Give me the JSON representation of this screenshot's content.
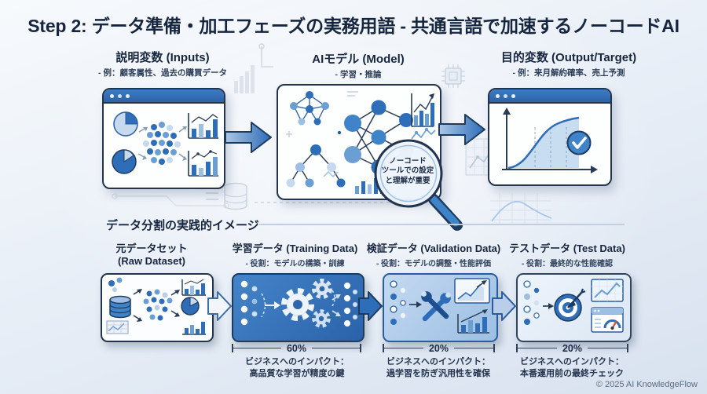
{
  "title": "Step 2: データ準備・加工フェーズの実務用語 - 共通言語で加速するノーコードAI",
  "colors": {
    "accent_blue": "#2e6db8",
    "dark_navy": "#1c2b45",
    "light_blue": "#b9cfe9",
    "panel_border": "#22344e"
  },
  "top_flow": {
    "inputs": {
      "title": "説明変数 (Inputs)",
      "subtitle": "- 例：顧客属性、過去の購買データ"
    },
    "model": {
      "title": "AIモデル (Model)",
      "subtitle": "- 学習・推論"
    },
    "output": {
      "title": "目的変数 (Output/Target)",
      "subtitle": "- 例：来月解約確率、売上予測"
    },
    "magnifier_note": {
      "line1": "ノーコード",
      "line2": "ツールでの設定",
      "line3": "と理解が重要"
    }
  },
  "split_section": {
    "title": "データ分割の実践的イメージ",
    "columns": [
      {
        "title": "元データセット",
        "subtitle": "(Raw Dataset)"
      },
      {
        "title": "学習データ (Training Data)",
        "subtitle": "- 役割：モデルの構築・訓練",
        "share": "60%",
        "impact_label": "ビジネスへのインパクト：",
        "impact_text": "高品質な学習が精度の鍵"
      },
      {
        "title": "検証データ (Validation Data)",
        "subtitle": "- 役割：モデルの調整・性能評価",
        "share": "20%",
        "impact_label": "ビジネスへのインパクト：",
        "impact_text": "過学習を防ぎ汎用性を確保"
      },
      {
        "title": "テストデータ (Test Data)",
        "subtitle": "- 役割：最終的な性能確認",
        "share": "20%",
        "impact_label": "ビジネスへのインパクト：",
        "impact_text": "本番運用前の最終チェック"
      }
    ]
  },
  "footer": {
    "copyright": "© 2025 AI KnowledgeFlow"
  }
}
